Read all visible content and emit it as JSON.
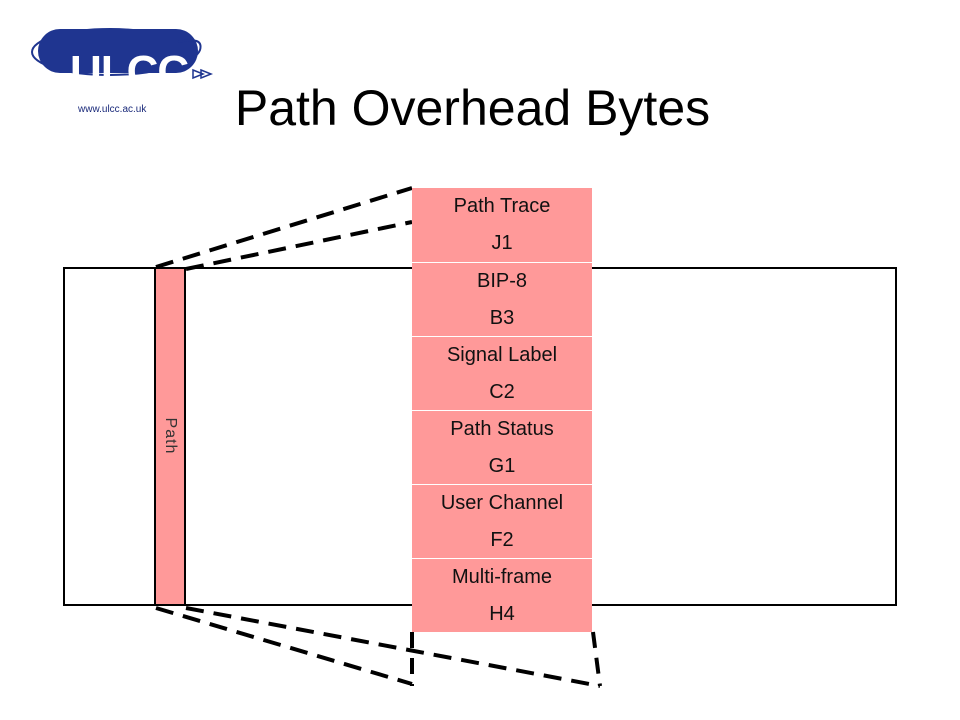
{
  "logo": {
    "text": "ULCC",
    "url": "www.ulcc.ac.uk"
  },
  "slide": {
    "title": "Path Overhead Bytes"
  },
  "frame": {
    "column_label": "Path"
  },
  "overhead_bytes": [
    {
      "name": "Path Trace",
      "code": "J1"
    },
    {
      "name": "BIP-8",
      "code": "B3"
    },
    {
      "name": "Signal Label",
      "code": "C2"
    },
    {
      "name": "Path Status",
      "code": "G1"
    },
    {
      "name": "User Channel",
      "code": "F2"
    },
    {
      "name": "Multi-frame",
      "code": "H4"
    }
  ],
  "colors": {
    "fill": "#ff9999",
    "logo_blue": "#1f3590"
  }
}
